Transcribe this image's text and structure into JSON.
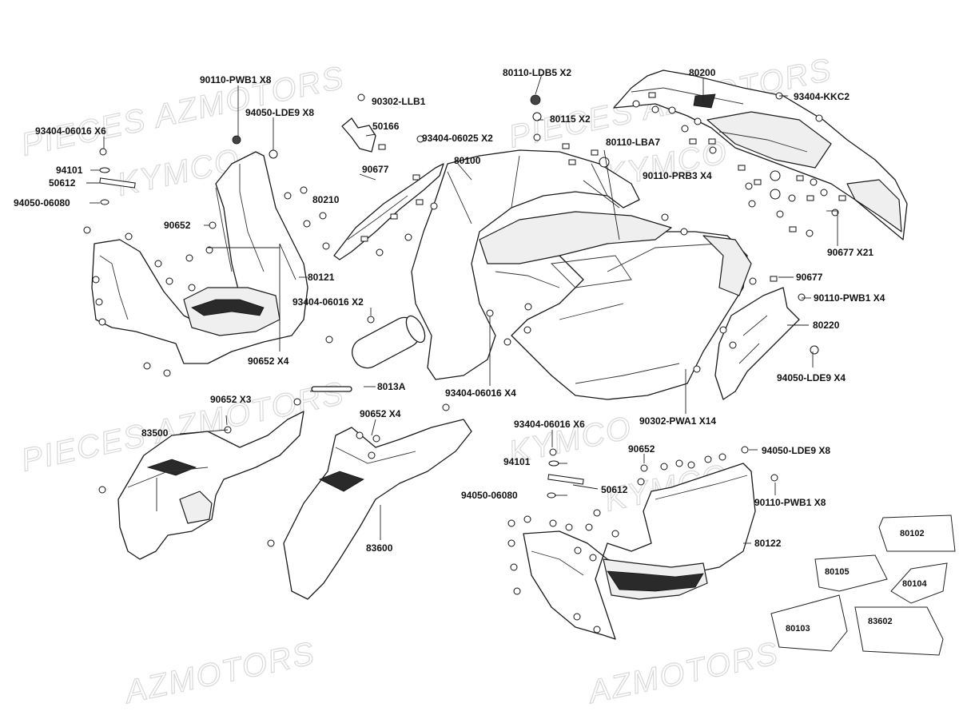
{
  "watermarks": [
    {
      "text": "PIECES AZMOTORS"
    },
    {
      "text": "KYMCO"
    },
    {
      "text": "PIECES AZMOTORS"
    },
    {
      "text": "KYMCO"
    },
    {
      "text": "PIECES AZMOTORS"
    },
    {
      "text": "KYMCO"
    },
    {
      "text": "AZMOTORS"
    },
    {
      "text": "AZMOTORS"
    },
    {
      "text": "AZMOTORS"
    }
  ],
  "labels": {
    "l01": "90110-PWB1 X8",
    "l02": "90302-LLB1",
    "l03": "80110-LDB5 X2",
    "l04": "80200",
    "l05": "94050-LDE9 X8",
    "l06": "50166",
    "l07": "80115 X2",
    "l08": "93404-KKC2",
    "l09": "93404-06016 X6",
    "l10": "93404-06025 X2",
    "l11": "80110-LBA7",
    "l12": "94101",
    "l13": "50612",
    "l14": "90677",
    "l15": "80100",
    "l16": "90110-PRB3 X4",
    "l17": "94050-06080",
    "l18": "80210",
    "l19": "90652",
    "l20": "90677  X21",
    "l21": "80121",
    "l22": "90677",
    "l23": "93404-06016 X2",
    "l24": "90110-PWB1 X4",
    "l25": "80220",
    "l26": "90652 X4",
    "l27": "8013A",
    "l28": "93404-06016 X4",
    "l29": "94050-LDE9 X4",
    "l30": "90652  X3",
    "l31": "90652   X4",
    "l32": "90302-PWA1 X14",
    "l33": "83500",
    "l34": "93404-06016 X6",
    "l35": "90652",
    "l36": "94050-LDE9 X8",
    "l37": "94101",
    "l38": "50612",
    "l39": "94050-06080",
    "l40": "90110-PWB1 X8",
    "l41": "83600",
    "l42": "80122",
    "l43": "80102",
    "l44": "80105",
    "l45": "80104",
    "l46": "80103",
    "l47": "83602"
  }
}
